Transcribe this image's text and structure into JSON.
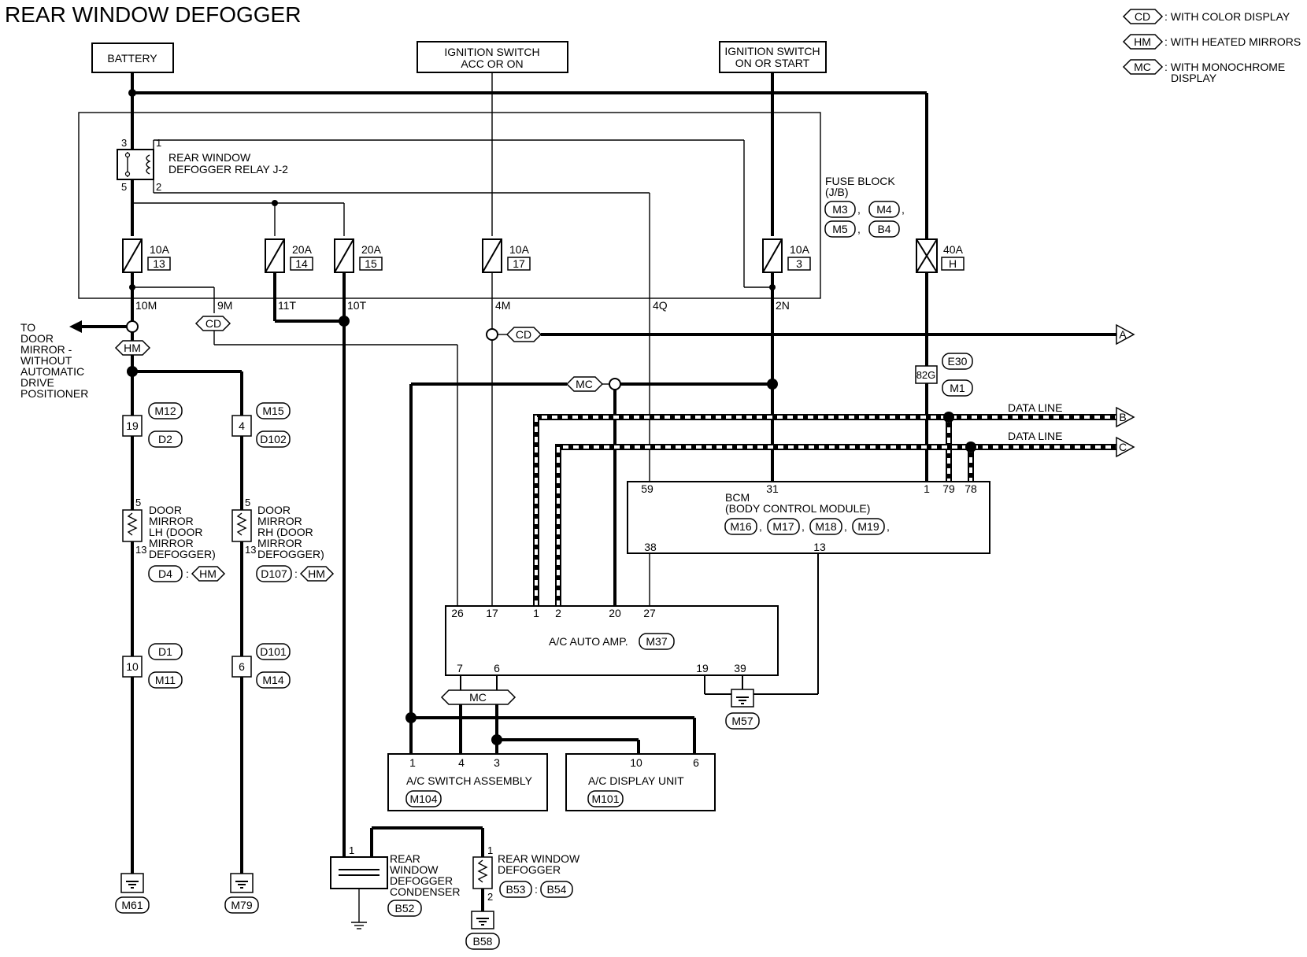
{
  "title": "REAR WINDOW DEFOGGER",
  "legend": [
    {
      "code": "CD",
      "text": ": WITH COLOR DISPLAY"
    },
    {
      "code": "HM",
      "text": ": WITH HEATED MIRRORS"
    },
    {
      "code": "MC",
      "text": ": WITH MONOCHROME",
      "text2": "DISPLAY"
    }
  ],
  "sources": {
    "battery": "BATTERY",
    "ign_acc_1": "IGNITION SWITCH",
    "ign_acc_2": "ACC OR ON",
    "ign_on_1": "IGNITION SWITCH",
    "ign_on_2": "ON OR START"
  },
  "relay": {
    "label1": "REAR WINDOW",
    "label2": "DEFOGGER RELAY J-2",
    "pins": [
      "3",
      "5",
      "1",
      "2"
    ]
  },
  "fuse_block": {
    "label1": "FUSE BLOCK",
    "label2": "(J/B)",
    "connectors": [
      "M3",
      "M4",
      "M5",
      "B4"
    ],
    "fuses": [
      {
        "amp": "10A",
        "num": "13"
      },
      {
        "amp": "20A",
        "num": "14"
      },
      {
        "amp": "20A",
        "num": "15"
      },
      {
        "amp": "10A",
        "num": "17"
      },
      {
        "amp": "10A",
        "num": "3"
      },
      {
        "amp": "40A",
        "num": "H"
      }
    ],
    "terminals": [
      "10M",
      "9M",
      "11T",
      "10T",
      "4M",
      "4Q",
      "2N"
    ]
  },
  "to_door_mirror": [
    "TO",
    "DOOR",
    "MIRROR -",
    "WITHOUT",
    "AUTOMATIC",
    "DRIVE",
    "POSITIONER"
  ],
  "option_tags": {
    "cd": "CD",
    "hm": "HM",
    "mc": "MC"
  },
  "connectors": {
    "c19": "19",
    "c4": "4",
    "c10": "10",
    "c6": "6",
    "c82g": "82G",
    "m12": "M12",
    "d2": "D2",
    "m15": "M15",
    "d102": "D102",
    "d1": "D1",
    "m11": "M11",
    "d101": "D101",
    "m14": "M14",
    "e30": "E30",
    "m1": "M1"
  },
  "mirror_lh": {
    "lines": [
      "DOOR",
      "MIRROR",
      "LH (DOOR",
      "MIRROR",
      "DEFOGGER)"
    ],
    "pin_top": "5",
    "pin_bot": "13",
    "conn": "D4",
    "sep": ":",
    "opt": "HM"
  },
  "mirror_rh": {
    "lines": [
      "DOOR",
      "MIRROR",
      "RH (DOOR",
      "MIRROR",
      "DEFOGGER)"
    ],
    "pin_top": "5",
    "pin_bot": "13",
    "conn": "D107",
    "sep": ":",
    "opt": "HM"
  },
  "data_line": {
    "b": "DATA LINE",
    "c": "DATA LINE"
  },
  "arrows": {
    "a": "A",
    "b": "B",
    "c": "C"
  },
  "bcm": {
    "label1": "BCM",
    "label2": "(BODY CONTROL MODULE)",
    "connectors": [
      "M16",
      "M17",
      "M18",
      "M19"
    ],
    "pins_top": [
      "59",
      "31",
      "1",
      "79",
      "78"
    ],
    "pins_bot": [
      "38",
      "13"
    ]
  },
  "ac_amp": {
    "label": "A/C AUTO AMP.",
    "conn": "M37",
    "pins_top": [
      "26",
      "17",
      "1",
      "2",
      "20",
      "27"
    ],
    "pins_bot": [
      "7",
      "6",
      "19",
      "39"
    ]
  },
  "ground_m57": "M57",
  "ac_switch": {
    "label": "A/C SWITCH ASSEMBLY",
    "conn": "M104",
    "pins": [
      "1",
      "4",
      "3"
    ]
  },
  "ac_display": {
    "label": "A/C DISPLAY UNIT",
    "conn": "M101",
    "pins": [
      "10",
      "6"
    ]
  },
  "condenser": {
    "lines": [
      "REAR",
      "WINDOW",
      "DEFOGGER",
      "CONDENSER"
    ],
    "pin": "1",
    "conn": "B52"
  },
  "defogger": {
    "lines": [
      "REAR WINDOW",
      "DEFOGGER"
    ],
    "pin_top": "1",
    "pin_bot": "2",
    "conn1": "B53",
    "sep": ":",
    "conn2": "B54",
    "ground": "B58"
  },
  "grounds": {
    "g1": "M61",
    "g2": "M79"
  }
}
